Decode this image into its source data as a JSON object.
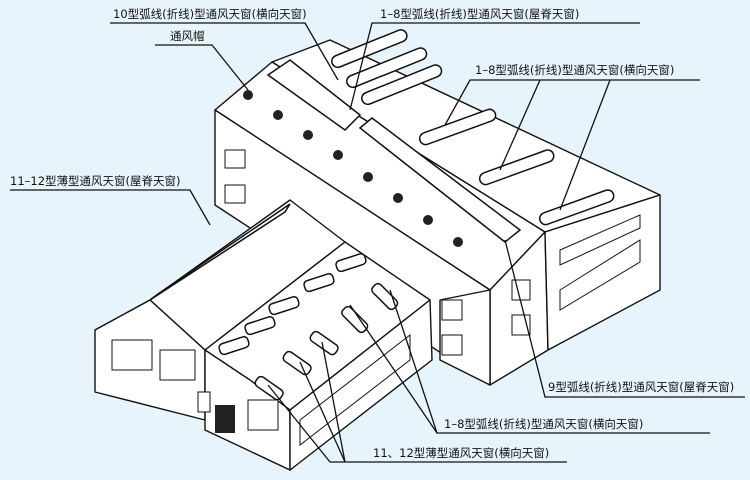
{
  "labels": {
    "top_transverse_10": "10型弧线(折线)型通风天窗(横向天窗)",
    "top_ridge_1_8": "1–8型弧线(折线)型通风天窗(屋脊天窗)",
    "vent_cap": "通风帽",
    "right_transverse_1_8": "1–8型弧线(折线)型通风天窗(横向天窗)",
    "left_ridge_11_12": "11–12型薄型通风天窗(屋脊天窗)",
    "ridge_9": "9型弧线(折线)型通风天窗(屋脊天窗)",
    "bottom_transverse_1_8": "1–8型弧线(折线)型通风天窗(横向天窗)",
    "bottom_transverse_11_12": "11、12型薄型通风天窗(横向天窗)"
  },
  "colors": {
    "background": "#e7f4fb",
    "line": "#111111"
  }
}
